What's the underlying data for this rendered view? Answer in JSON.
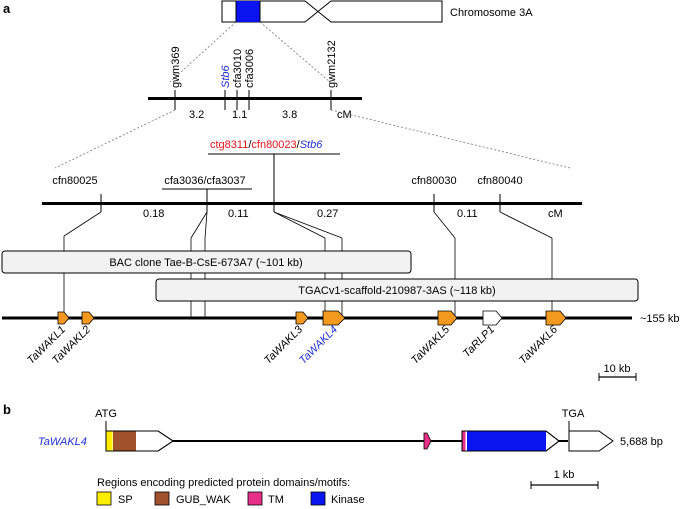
{
  "panel_a": {
    "label": "a",
    "chromosome": {
      "name": "Chromosome 3A"
    },
    "map1": {
      "markers": [
        "gwm369",
        "Stb6",
        "cfa3010",
        "cfa3006",
        "gwm2132"
      ],
      "distances": [
        "3.2",
        "1.1",
        "3.8"
      ],
      "unit": "cM"
    },
    "map2": {
      "header_part1": "ctg8311",
      "header_sep1": "/",
      "header_part2": "cfn80023",
      "header_sep2": "/",
      "header_part3": "Stb6",
      "markers": [
        "cfn80025",
        "cfa3036/cfa3037",
        "cfn80030",
        "cfn80040"
      ],
      "distances": [
        "0.18",
        "0.11",
        "0.27",
        "0.11"
      ],
      "unit": "cM"
    },
    "bac_clone": "BAC clone Tae-B-CsE-673A7 (~101 kb)",
    "scaffold": "TGACv1-scaffold-210987-3AS (~118 kb)",
    "contig_length": "~155 kb",
    "genes": [
      "TaWAKL1",
      "TaWAKL2",
      "TaWAKL3",
      "TaWAKL4",
      "TaWAKL5",
      "TaRLP1",
      "TaWAKL6"
    ],
    "scale_bar": "10 kb"
  },
  "panel_b": {
    "label": "b",
    "gene": "TaWAKL4",
    "start_codon": "ATG",
    "stop_codon": "TGA",
    "length": "5,688 bp",
    "scale_bar": "1 kb",
    "legend_title": "Regions encoding predicted protein domains/motifs:",
    "legend": [
      {
        "name": "SP",
        "color": "#ffee00"
      },
      {
        "name": "GUB_WAK",
        "color": "#a0522d"
      },
      {
        "name": "TM",
        "color": "#e8308a"
      },
      {
        "name": "Kinase",
        "color": "#0a14f0"
      }
    ]
  },
  "colors": {
    "gene_orange": "#f39a1e",
    "chrom_highlight": "#0a14f0",
    "box_fill": "#f2f2f2",
    "blue_text": "#1f2fd6",
    "red_text": "#e0141b"
  }
}
